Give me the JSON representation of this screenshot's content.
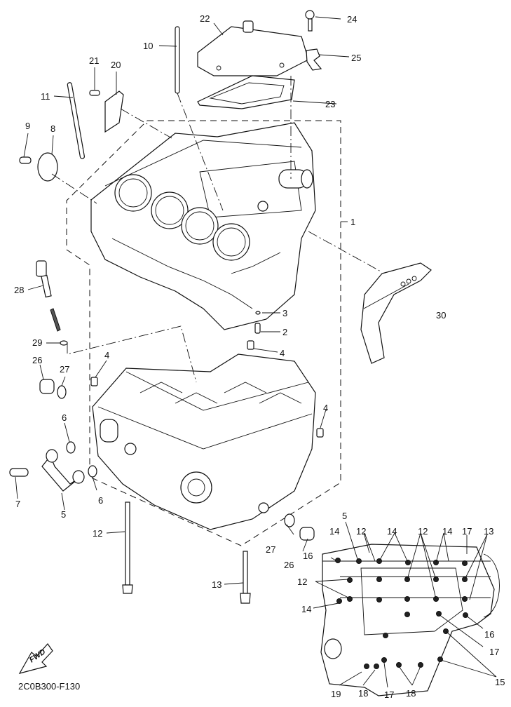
{
  "diagram": {
    "title": "Crankcase exploded view",
    "reference_code": "2C0B300-F130",
    "direction_badge": "FWD",
    "callouts_main": [
      {
        "id": "c1",
        "text": "1"
      },
      {
        "id": "c2",
        "text": "2"
      },
      {
        "id": "c3",
        "text": "3"
      },
      {
        "id": "c4a",
        "text": "4"
      },
      {
        "id": "c4b",
        "text": "4"
      },
      {
        "id": "c4c",
        "text": "4"
      },
      {
        "id": "c5",
        "text": "5"
      },
      {
        "id": "c6a",
        "text": "6"
      },
      {
        "id": "c6b",
        "text": "6"
      },
      {
        "id": "c7",
        "text": "7"
      },
      {
        "id": "c8",
        "text": "8"
      },
      {
        "id": "c9",
        "text": "9"
      },
      {
        "id": "c10",
        "text": "10"
      },
      {
        "id": "c11",
        "text": "11"
      },
      {
        "id": "c12",
        "text": "12"
      },
      {
        "id": "c13",
        "text": "13"
      },
      {
        "id": "c20",
        "text": "20"
      },
      {
        "id": "c21",
        "text": "21"
      },
      {
        "id": "c22",
        "text": "22"
      },
      {
        "id": "c23",
        "text": "23"
      },
      {
        "id": "c24",
        "text": "24"
      },
      {
        "id": "c25",
        "text": "25"
      },
      {
        "id": "c26",
        "text": "26"
      },
      {
        "id": "c27",
        "text": "27"
      },
      {
        "id": "c28",
        "text": "28"
      },
      {
        "id": "c29",
        "text": "29"
      },
      {
        "id": "c30",
        "text": "30"
      },
      {
        "id": "c26b",
        "text": "26"
      },
      {
        "id": "c27b",
        "text": "27"
      }
    ],
    "callouts_inset": [
      {
        "id": "i5",
        "text": "5"
      },
      {
        "id": "i14a",
        "text": "14"
      },
      {
        "id": "i12a",
        "text": "12"
      },
      {
        "id": "i14b",
        "text": "14"
      },
      {
        "id": "i12b",
        "text": "12"
      },
      {
        "id": "i14c",
        "text": "14"
      },
      {
        "id": "i17a",
        "text": "17"
      },
      {
        "id": "i13",
        "text": "13"
      },
      {
        "id": "i16a",
        "text": "16"
      },
      {
        "id": "i12c",
        "text": "12"
      },
      {
        "id": "i14d",
        "text": "14"
      },
      {
        "id": "i16b",
        "text": "16"
      },
      {
        "id": "i17b",
        "text": "17"
      },
      {
        "id": "i15",
        "text": "15"
      },
      {
        "id": "i19",
        "text": "19"
      },
      {
        "id": "i18a",
        "text": "18"
      },
      {
        "id": "i17c",
        "text": "17"
      },
      {
        "id": "i18b",
        "text": "18"
      }
    ]
  }
}
